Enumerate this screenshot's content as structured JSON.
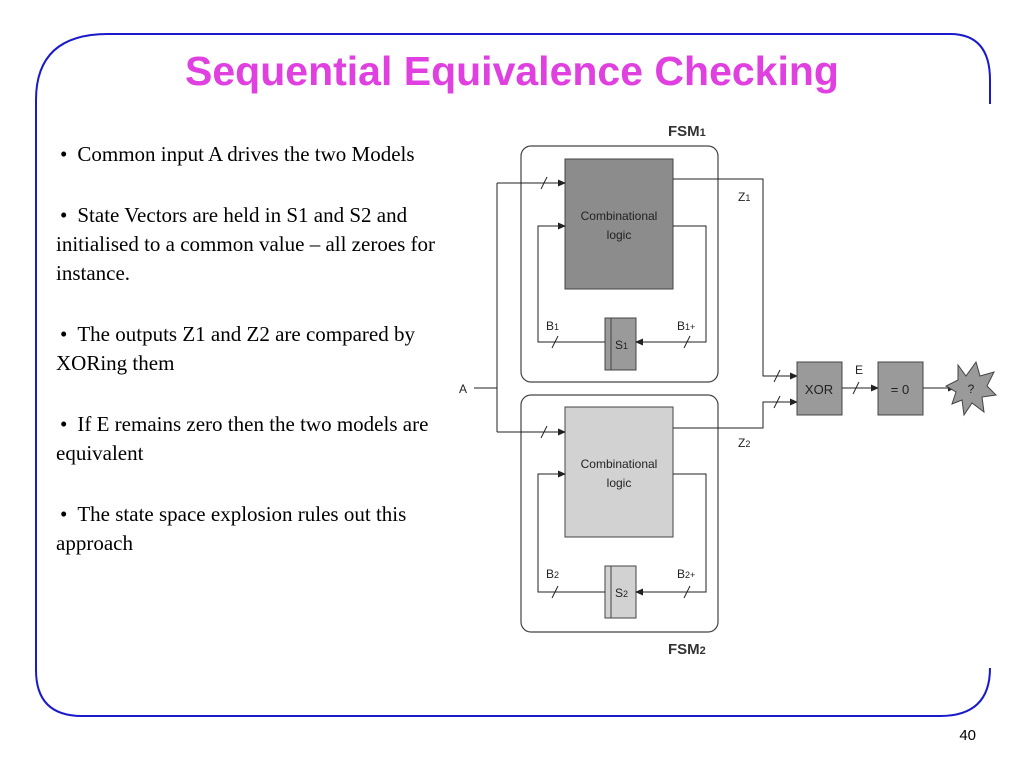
{
  "slide": {
    "title": "Sequential Equivalence Checking",
    "page_number": "40"
  },
  "bullets": [
    {
      "text": "Common input A drives the two Models"
    },
    {
      "text": "State Vectors are held in S1 and S2 and initialised to a common value – all zeroes for instance."
    },
    {
      "text": "The outputs Z1 and Z2 are compared by XORing them"
    },
    {
      "text": "If E remains zero then the two models are equivalent"
    },
    {
      "text": "The state space explosion rules out this approach"
    }
  ],
  "diagram": {
    "fsm1_label": "FSM",
    "fsm1_sub": "1",
    "fsm2_label": "FSM",
    "fsm2_sub": "2",
    "comb_logic_line1": "Combinational",
    "comb_logic_line2": "logic",
    "input_label": "A",
    "z1_label": "Z",
    "z1_sub": "1",
    "z2_label": "Z",
    "z2_sub": "2",
    "s1_label": "S",
    "s1_sub": "1",
    "s2_label": "S",
    "s2_sub": "2",
    "b1_label": "B",
    "b1_sub": "1",
    "b1plus_label": "B",
    "b1plus_sub": "1+",
    "b2_label": "B",
    "b2_sub": "2",
    "b2plus_label": "B",
    "b2plus_sub": "2+",
    "xor_label": "XOR",
    "e_label": "E",
    "eq_zero_label": "= 0",
    "result_label": "?"
  },
  "colors": {
    "title": "#e040e0",
    "frame": "#1a1acc",
    "comb_logic_1": "#8c8c8c",
    "comb_logic_2": "#d2d2d2",
    "gate": "#9a9a9a"
  }
}
